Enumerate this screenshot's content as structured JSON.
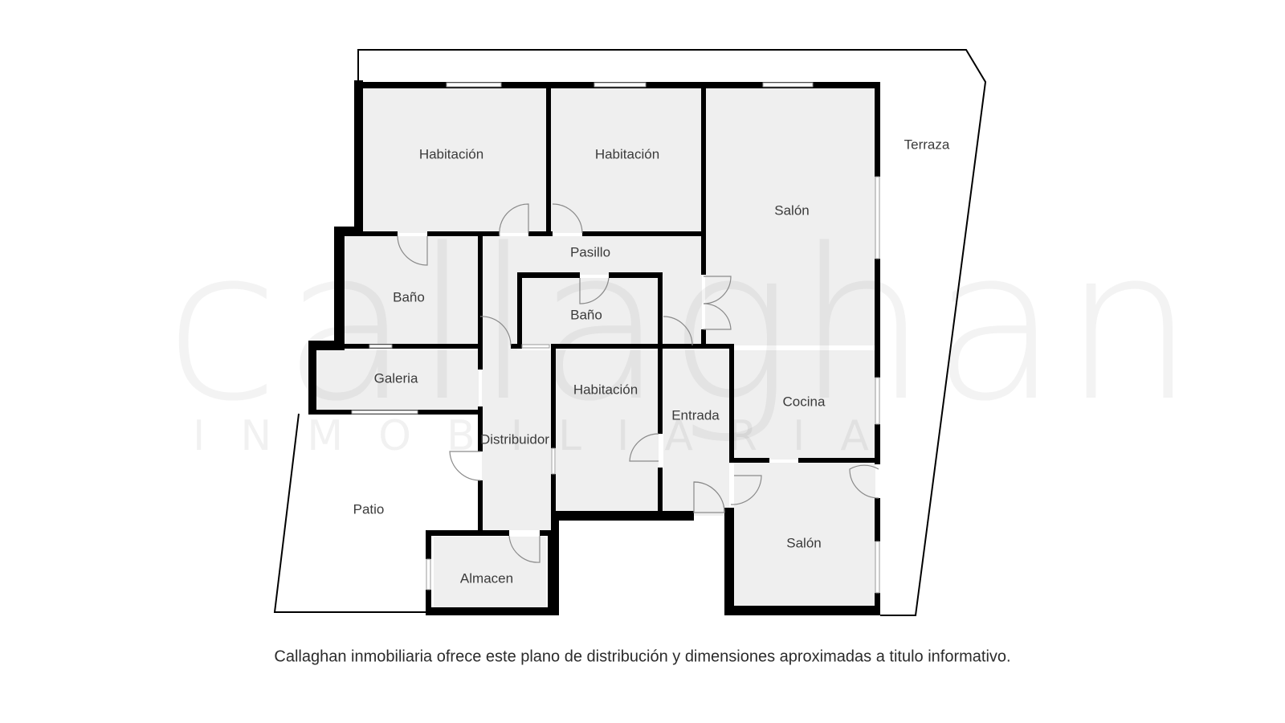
{
  "plan": {
    "rooms": {
      "habitacion_1": "Habitación",
      "habitacion_2": "Habitación",
      "salon_1": "Salón",
      "terraza": "Terraza",
      "bano_1": "Baño",
      "pasillo": "Pasillo",
      "bano_2": "Baño",
      "galeria": "Galeria",
      "habitacion_3": "Habitación",
      "entrada": "Entrada",
      "cocina": "Cocina",
      "distribuidor": "Distribuidor",
      "patio": "Patio",
      "salon_2": "Salón",
      "almacen": "Almacen"
    },
    "watermark": {
      "brand": "callaghan",
      "subtitle": "INMOBILIARIA"
    },
    "colors": {
      "room_fill": "#efefef",
      "wall": "#000000",
      "label": "#3b3b3b",
      "background": "#ffffff"
    }
  },
  "footer": {
    "disclaimer": "Callaghan inmobiliaria ofrece este plano de distribución y dimensiones aproximadas a titulo informativo."
  }
}
